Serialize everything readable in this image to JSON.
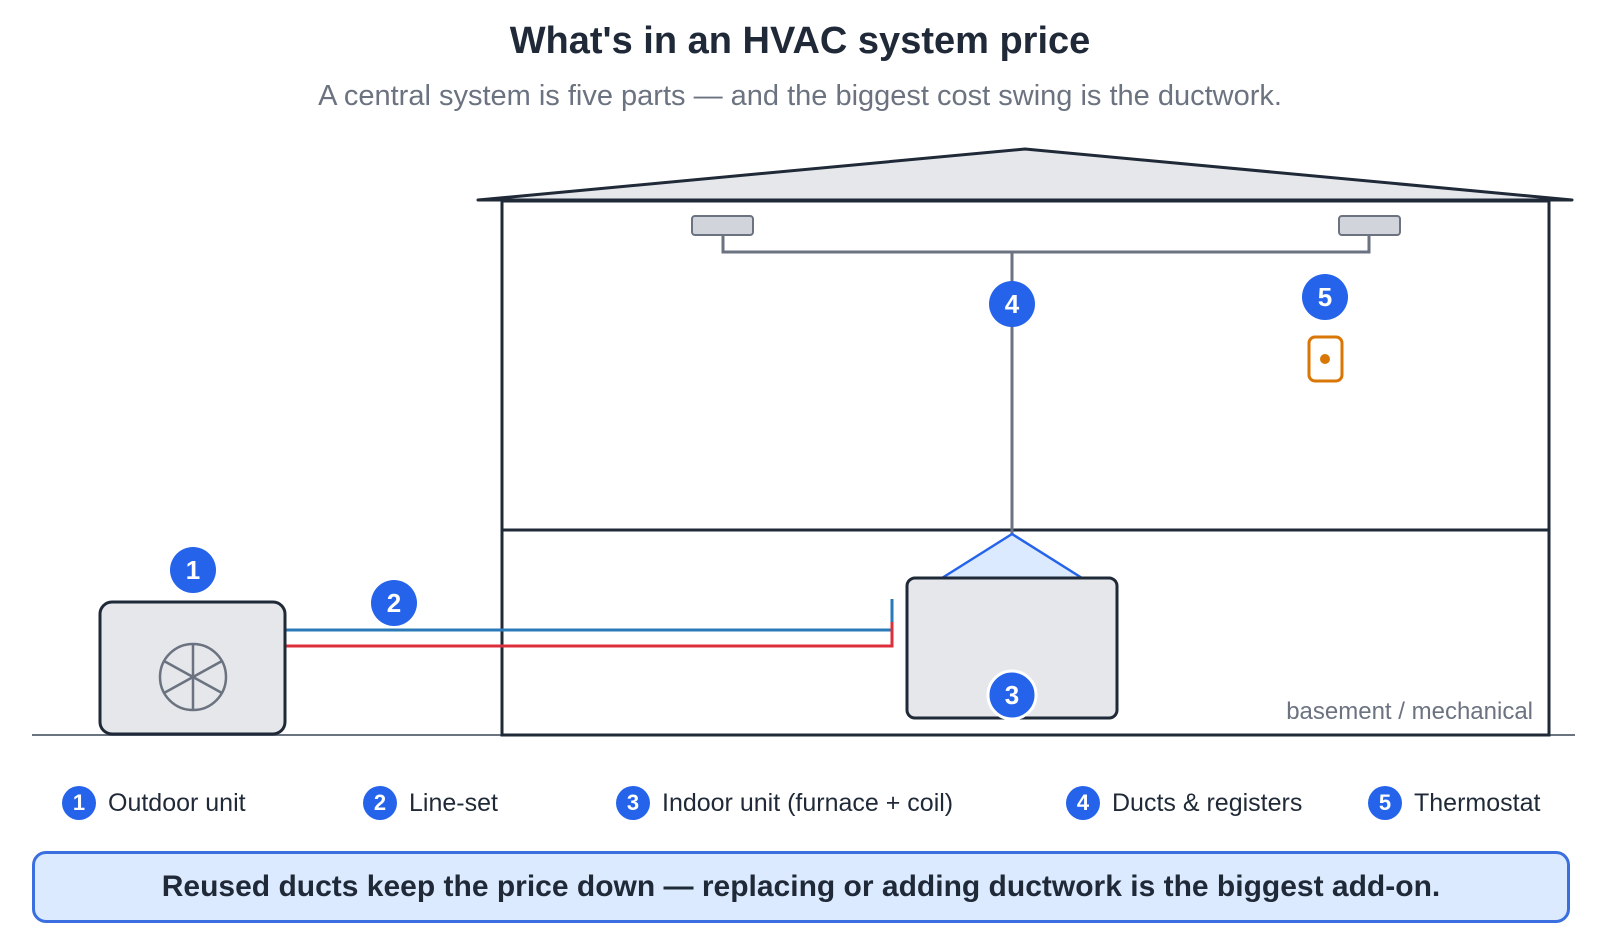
{
  "title": "What's in an HVAC system price",
  "subtitle": "A central system is five parts — and the biggest cost swing is the ductwork.",
  "zone_label": "basement / mechanical",
  "markers": [
    "1",
    "2",
    "3",
    "4",
    "5"
  ],
  "legend": [
    {
      "num": "1",
      "label": "Outdoor unit"
    },
    {
      "num": "2",
      "label": "Line-set"
    },
    {
      "num": "3",
      "label": "Indoor unit (furnace + coil)"
    },
    {
      "num": "4",
      "label": "Ducts & registers"
    },
    {
      "num": "5",
      "label": "Thermostat"
    }
  ],
  "callout": "Reused ducts keep the price down — replacing or adding ductwork is the biggest add-on.",
  "colors": {
    "badge": "#2563eb",
    "outline": "#1f2937",
    "unit_fill": "#e5e7eb",
    "duct": "#6b7280",
    "refrigerant_cold": "#2a7ab8",
    "refrigerant_hot": "#dc2f3b",
    "thermostat": "#d97706",
    "coil_fill": "#dbeafe",
    "coil_stroke": "#2563eb",
    "callout_fill": "#dbeafe",
    "callout_border": "#3b6fe0"
  }
}
